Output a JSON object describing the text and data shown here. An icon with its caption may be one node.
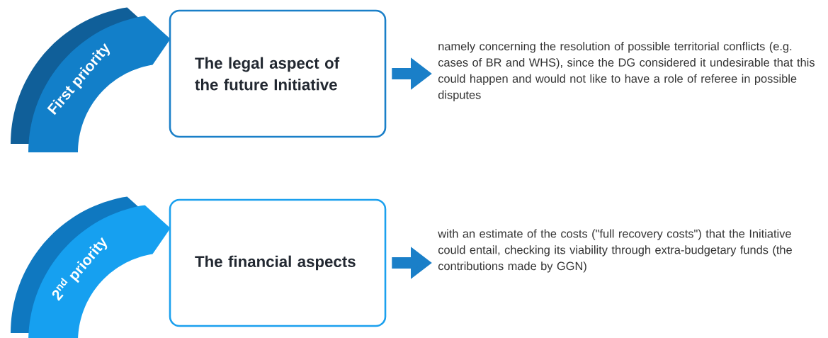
{
  "diagram": {
    "nodes": [
      {
        "text": [
          "First priority"
        ]
      },
      {
        "text": [
          "The legal aspect of the future Initiative"
        ]
      },
      {
        "text": [
          "namely concerning the resolution of possible territorial conflicts (e.g. cases of BR and WHS), since the DG considered it undesirable that this could happen and would not like to have a role of referee in possible disputes"
        ]
      },
      {
        "text": [
          "2$^{nd}$ priority"
        ]
      },
      {
        "text": [
          "The financial aspects"
        ]
      },
      {
        "text": [
          "with an estimate of the costs (\"full recovery costs\") that the Initiative could entail, checking its viability through extra-budgetary funds (the contributions made by GGN)"
        ]
      }
    ],
    "edges": [
      {
        "from": 1,
        "to": 2,
        "arrow": "to"
      },
      {
        "from": 4,
        "to": 5,
        "arrow": "to"
      }
    ]
  }
}
